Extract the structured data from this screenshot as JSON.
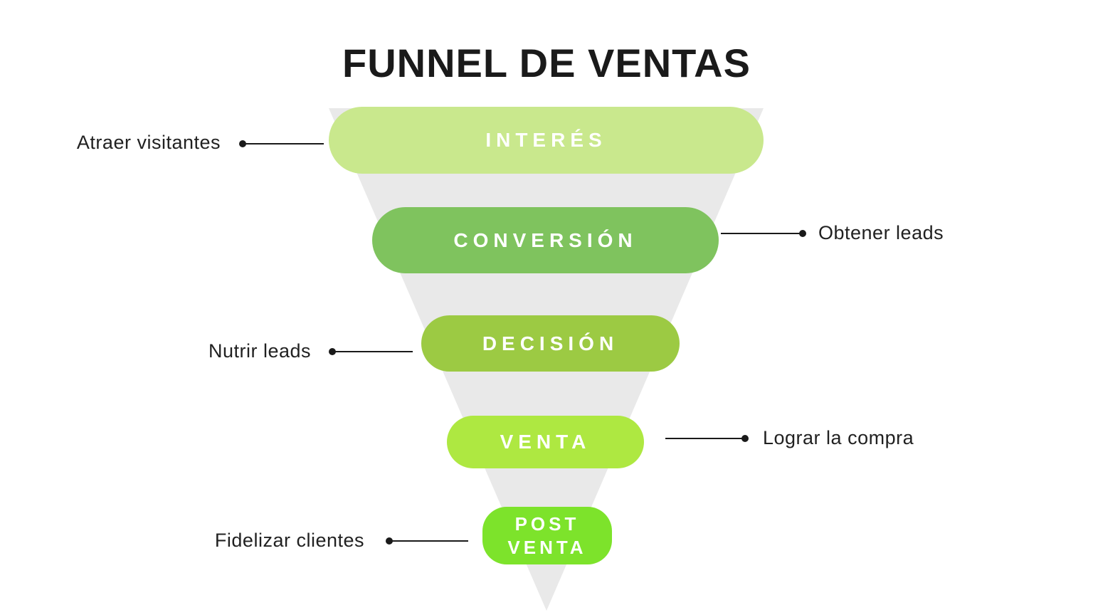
{
  "title": "FUNNEL DE VENTAS",
  "funnel": {
    "type": "funnel",
    "background_triangle_color": "#e9e9e9",
    "text_color": "#1a1a1a",
    "stage_label_color": "#ffffff"
  },
  "stages": [
    {
      "label": "INTERÉS",
      "color": "#c9e88d",
      "annotation": "Atraer visitantes",
      "annotation_side": "left"
    },
    {
      "label": "CONVERSIÓN",
      "color": "#7fc35e",
      "annotation": "Obtener leads",
      "annotation_side": "right"
    },
    {
      "label": "DECISIÓN",
      "color": "#9cca43",
      "annotation": "Nutrir leads",
      "annotation_side": "left"
    },
    {
      "label": "VENTA",
      "color": "#aee841",
      "annotation": "Lograr la compra",
      "annotation_side": "right"
    },
    {
      "label": "POST VENTA",
      "color": "#7de32b",
      "annotation": "Fidelizar clientes",
      "annotation_side": "left"
    }
  ]
}
